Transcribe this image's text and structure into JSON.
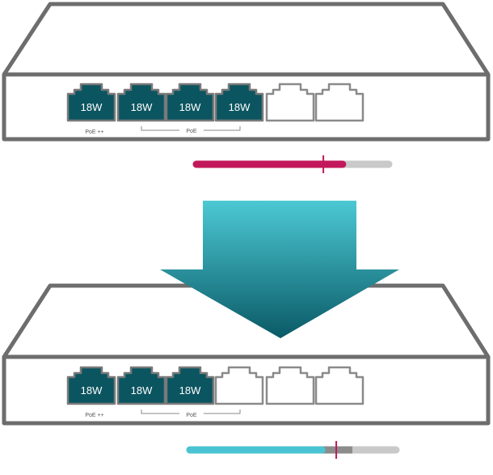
{
  "switches": [
    {
      "id": "before",
      "ports": [
        {
          "active": true,
          "label": "18W"
        },
        {
          "active": true,
          "label": "18W"
        },
        {
          "active": true,
          "label": "18W"
        },
        {
          "active": true,
          "label": "18W"
        },
        {
          "active": false,
          "label": ""
        },
        {
          "active": false,
          "label": ""
        }
      ],
      "poe_plus_label": "PoE ++",
      "poe_label": "PoE",
      "power_bar": {
        "used_fraction": 0.76,
        "marker_fraction": 0.66,
        "used_color": "#c2185b",
        "extra_color": "#c9c9c9"
      }
    },
    {
      "id": "after",
      "ports": [
        {
          "active": true,
          "label": "18W"
        },
        {
          "active": true,
          "label": "18W"
        },
        {
          "active": true,
          "label": "18W"
        },
        {
          "active": false,
          "label": ""
        },
        {
          "active": false,
          "label": ""
        },
        {
          "active": false,
          "label": ""
        }
      ],
      "poe_plus_label": "PoE ++",
      "poe_label": "PoE",
      "power_bar": {
        "used_fraction": 0.64,
        "marker_fraction": 0.71,
        "used_color": "#4ac4d2",
        "reserved_color": "#8c8c8c",
        "extra_color": "#c9c9c9"
      }
    }
  ],
  "colors": {
    "outline": "#6d6d6d",
    "port_active": "#0b5560",
    "arrow_top": "#4cc9d4",
    "arrow_bottom": "#0a5a66"
  },
  "icons": {
    "arrow": "arrow-down-icon",
    "port": "ethernet-port-icon"
  }
}
